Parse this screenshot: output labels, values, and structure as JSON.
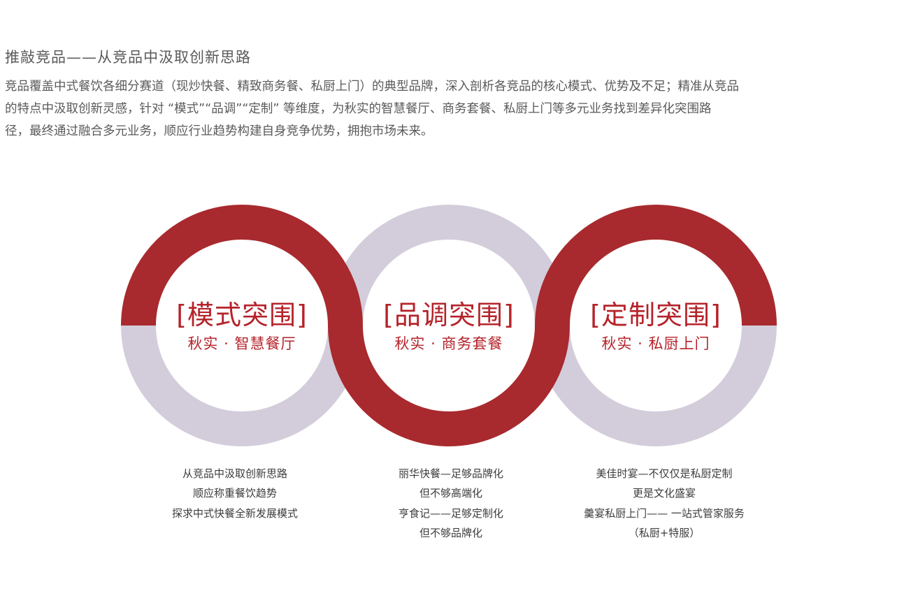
{
  "header": {
    "title": "推敲竞品——从竞品中汲取创新思路",
    "intro_lines": [
      "竞品覆盖中式餐饮各细分赛道（现炒快餐、精致商务餐、私厨上门）的典型品牌，深入剖析各竞品的核心模式、优势及不足；精准从竞品",
      "的特点中汲取创新灵感，针对 “模式”“品调”“定制” 等维度，为秋实的智慧餐厅、商务套餐、私厨上门等多元业务找到差异化突围路",
      "径，最终通过融合多元业务，顺应行业趋势构建自身竞争优势，拥抱市场未来。"
    ]
  },
  "colors": {
    "accent_red": "#a82a2e",
    "ring_lavender": "#d3cddb",
    "text_red": "#b5232a",
    "text_gray": "#5a5a5a"
  },
  "rings": [
    {
      "name": "[模式突围]",
      "subtitle": "秋实 · 智慧餐厅",
      "notes": [
        "从竞品中汲取创新思路",
        "顺应称重餐饮趋势",
        "探求中式快餐全新发展模式"
      ]
    },
    {
      "name": "[品调突围]",
      "subtitle": "秋实 · 商务套餐",
      "notes": [
        "丽华快餐—足够品牌化",
        "但不够高端化",
        "亨食记——足够定制化",
        "但不够品牌化"
      ]
    },
    {
      "name": "[定制突围]",
      "subtitle": "秋实 · 私厨上门",
      "notes": [
        "美佳时宴—不仅仅是私厨定制",
        "更是文化盛宴",
        "羹宴私厨上门—— 一站式管家服务",
        "（私厨+特服）"
      ]
    }
  ]
}
